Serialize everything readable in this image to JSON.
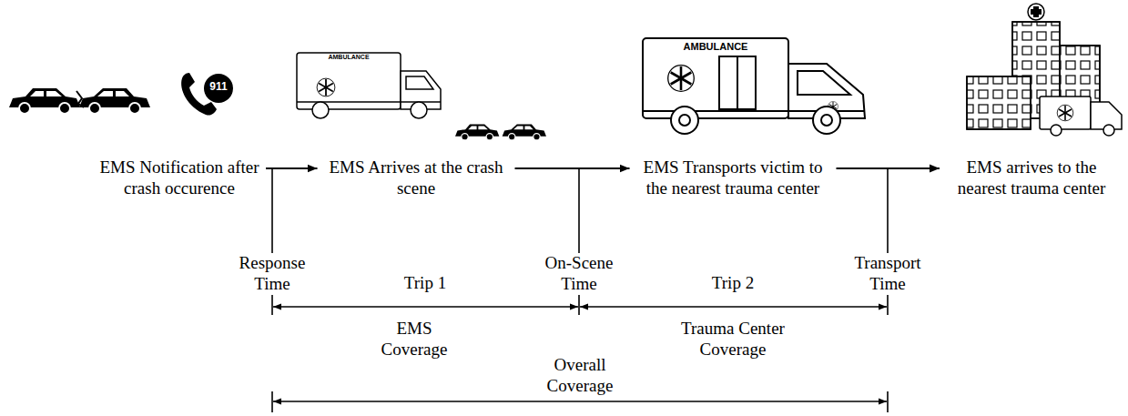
{
  "diagram": {
    "nodes": [
      {
        "text": [
          "EMS Notification after crash occurence"
        ]
      },
      {
        "text": [
          "EMS Arrives at the crash scene"
        ]
      },
      {
        "text": [
          "EMS Transports victim to the nearest trauma center"
        ]
      },
      {
        "text": [
          "EMS arrives to the nearest trauma center"
        ]
      }
    ],
    "edges": [
      {
        "from": 0,
        "to": 1,
        "arrow": "to"
      },
      {
        "from": 1,
        "to": 2,
        "arrow": "to"
      },
      {
        "from": 2,
        "to": 3,
        "arrow": "to"
      }
    ],
    "labels": [
      "911",
      "AMBULANCE",
      "AMBULANCE",
      "Response Time",
      "Trip 1",
      "On-Scene Time",
      "Trip 2",
      "Transport Time",
      "EMS Coverage",
      "Trauma Center Coverage",
      "Overall Coverage"
    ]
  }
}
